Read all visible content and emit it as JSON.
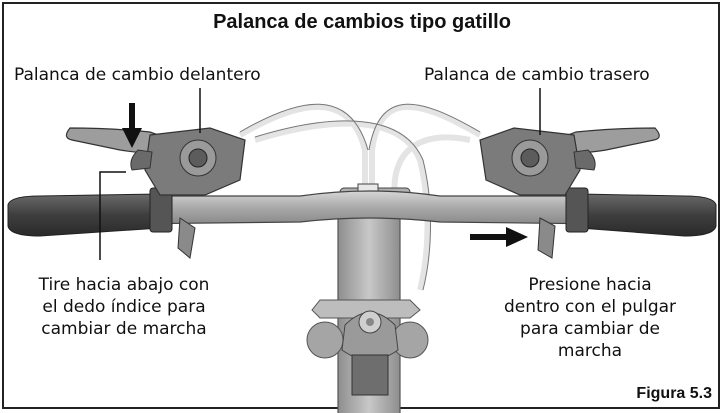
{
  "figure": {
    "title": "Palanca de cambios tipo gatillo",
    "figure_label": "Figura 5.3",
    "labels": {
      "front_shifter": "Palanca de cambio delantero",
      "rear_shifter": "Palanca de cambio trasero",
      "pull_instruction": [
        "Tire hacia abajo con",
        "el dedo índice para",
        "cambiar de marcha"
      ],
      "push_instruction": [
        "Presione hacia",
        "dentro con el pulgar",
        "para cambiar de",
        "marcha"
      ]
    },
    "colors": {
      "frame": "#222222",
      "handlebar": "#b5b5b5",
      "grip": "#4a4a4a",
      "shifter_body": "#7a7a7a",
      "brake_lever": "#9a9a9a",
      "cable": "#d9d9d9",
      "arrow": "#111111"
    }
  }
}
